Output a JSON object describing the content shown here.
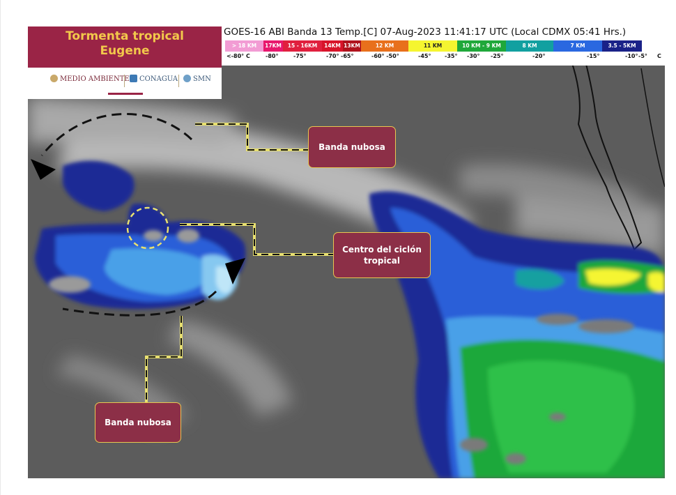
{
  "title": {
    "line1": "Tormenta tropical",
    "line2": "Eugene"
  },
  "header": {
    "text": "GOES-16 ABI Banda 13 Temp.[C] 07-Aug-2023 11:41:17 UTC (Local CDMX  05:41 Hrs.)"
  },
  "logos": {
    "medio_ambiente": "MEDIO AMBIENTE",
    "conagua": "CONAGUA",
    "smn": "SMN"
  },
  "scale": {
    "segments": [
      {
        "label": "> 18 KM",
        "color": "#f29cd4"
      },
      {
        "label": "17KM",
        "color": "#e8186e"
      },
      {
        "label": "15 - 16KM",
        "color": "#e0203e"
      },
      {
        "label": "14KM",
        "color": "#d8142a"
      },
      {
        "label": "13KM",
        "color": "#b0121c"
      },
      {
        "label": "12 KM",
        "color": "#e8701c"
      },
      {
        "label": "11 KM",
        "color": "#f5f530"
      },
      {
        "label": "10 KM -  9 KM",
        "color": "#1fa83a"
      },
      {
        "label": "8 KM",
        "color": "#12a0a0"
      },
      {
        "label": "7 KM",
        "color": "#2a68e0"
      },
      {
        "label": "3.5 - 5KM",
        "color": "#1a2288"
      }
    ],
    "temps": [
      "<-80° C",
      "-80°",
      "-75°",
      "-70°",
      "-65°",
      "-60° -50°",
      "-45°",
      "-35°",
      "-30°",
      "-25°",
      "-20°",
      "-15°",
      "-10°",
      "-5°",
      "C"
    ]
  },
  "callouts": {
    "banda1": "Banda nubosa",
    "centro": "Centro del ciclón tropical",
    "banda2": "Banda nubosa"
  },
  "colors": {
    "brand": "#9a2446",
    "title_text": "#f2c84b",
    "leader_line": "#e8e070",
    "callout_border": "#e8c850"
  }
}
